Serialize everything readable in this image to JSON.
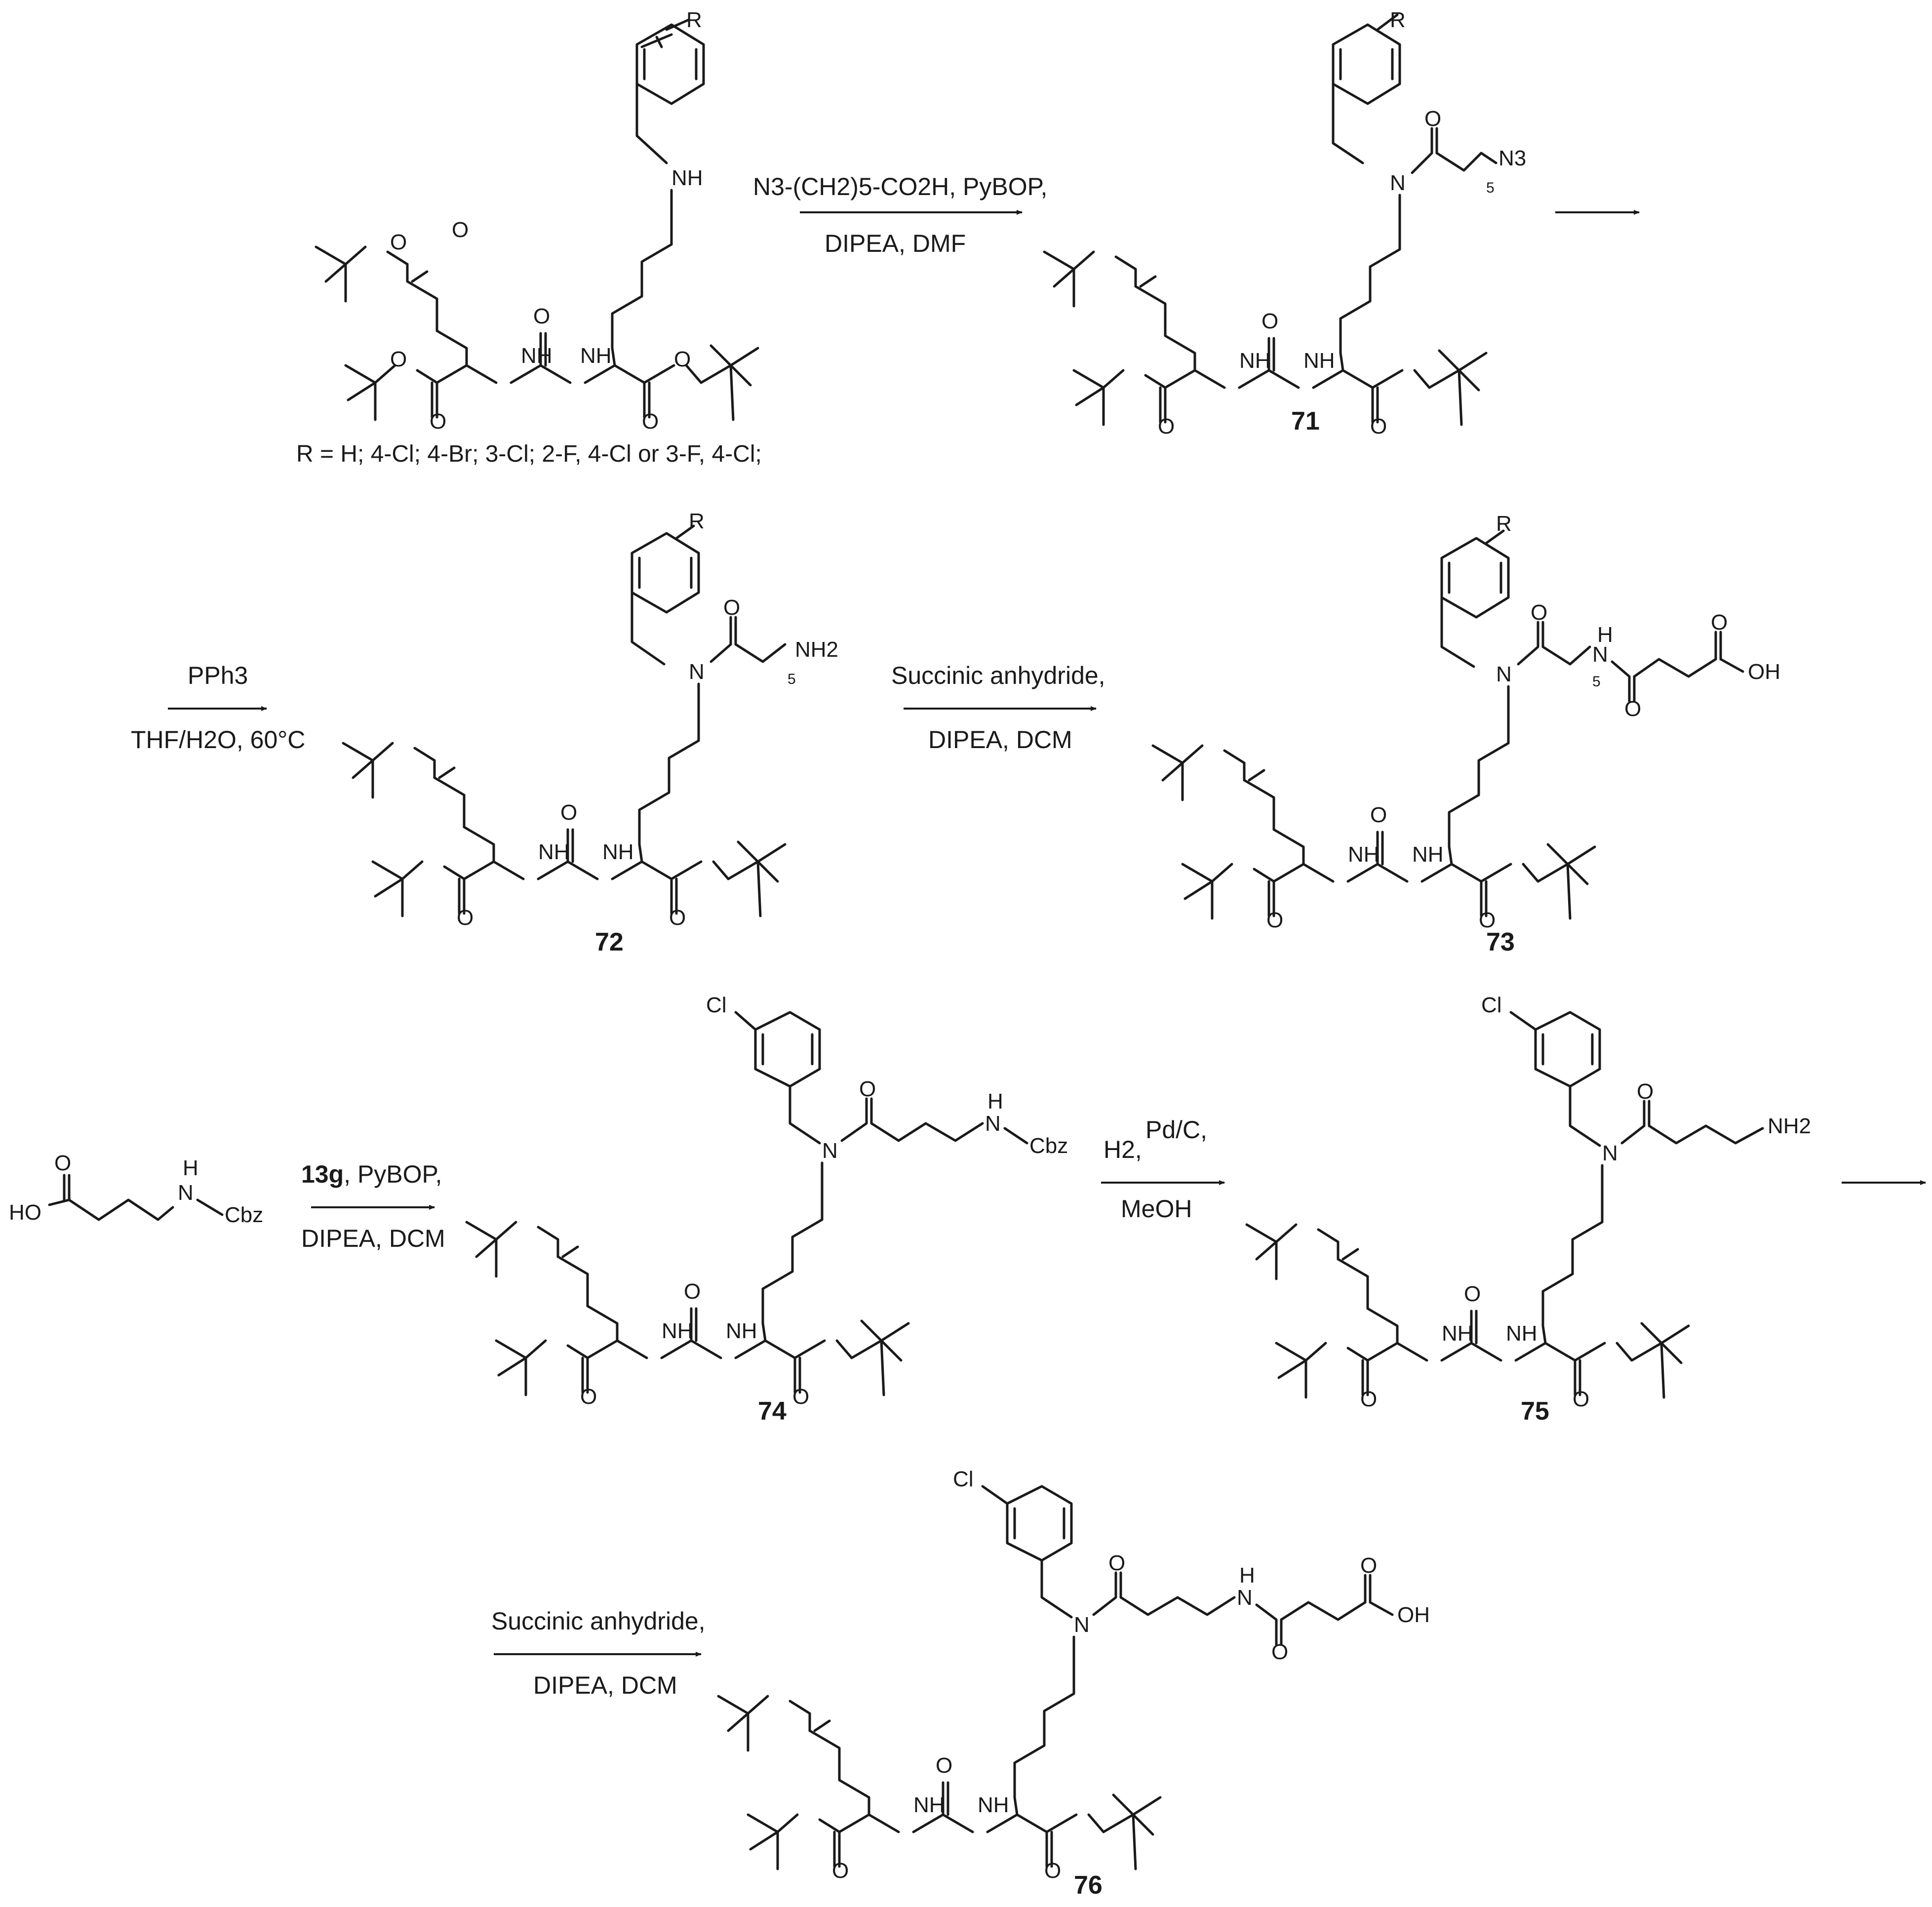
{
  "conditions": {
    "step1_top": "N3-(CH2)5-CO2H, PyBOP,",
    "step1_bottom": "DIPEA, DMF",
    "step2_top": "PPh3",
    "step2_bottom": "THF/H2O, 60°C",
    "step3_top": "Succinic anhydride,",
    "step3_bottom": "DIPEA, DCM",
    "step4_top_bold": "13g",
    "step4_top_rest": ", PyBOP,",
    "step4_bottom": "DIPEA, DCM",
    "step5_h2": "H2,",
    "step5_top": "Pd/C,",
    "step5_bottom": "MeOH",
    "step6_top": "Succinic anhydride,",
    "step6_bottom": "DIPEA, DCM"
  },
  "r_groups": "R = H; 4-Cl; 4-Br; 3-Cl; 2-F, 4-Cl or 3-F, 4-Cl;",
  "compounds": {
    "c71": "71",
    "c72": "72",
    "c73": "73",
    "c74": "74",
    "c75": "75",
    "c76": "76"
  },
  "atoms": {
    "R": "R",
    "N": "N",
    "NH": "NH",
    "H": "H",
    "O": "O",
    "N3": "N3",
    "NH2": "NH2",
    "OH": "OH",
    "HO": "HO",
    "Cl": "Cl",
    "Cbz": "Cbz",
    "five": "5"
  }
}
